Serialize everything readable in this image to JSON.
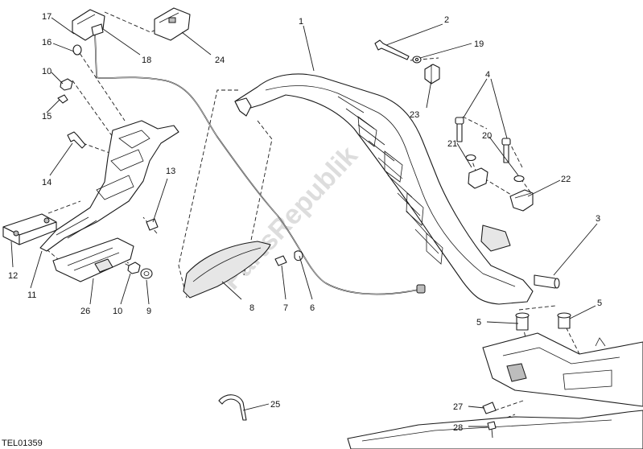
{
  "drawing_code": "TEL01359",
  "watermark": "PartsRepublik",
  "callouts": [
    "1",
    "2",
    "3",
    "4",
    "5",
    "5",
    "6",
    "7",
    "8",
    "9",
    "10",
    "10",
    "11",
    "12",
    "13",
    "14",
    "15",
    "16",
    "17",
    "18",
    "19",
    "20",
    "21",
    "22",
    "23",
    "24",
    "25",
    "26",
    "27",
    "28"
  ]
}
